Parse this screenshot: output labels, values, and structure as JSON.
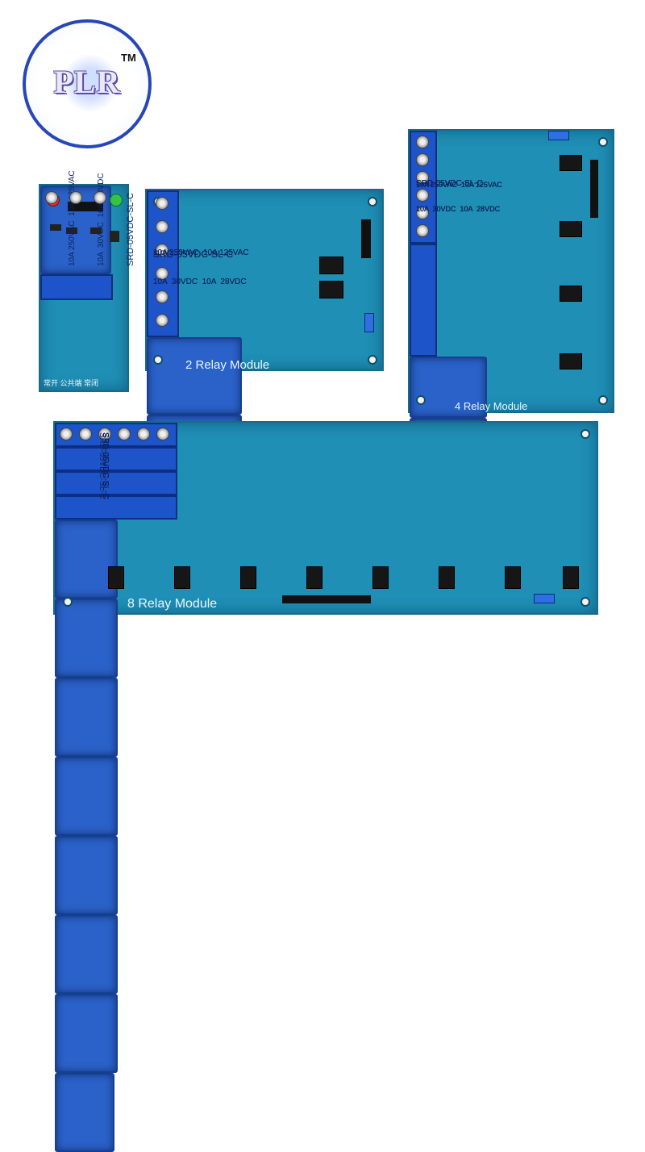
{
  "logo": {
    "text": "PLR",
    "trademark": "TM"
  },
  "relay_spec": {
    "line1": "10A 250VAC  10A 125VAC",
    "line2": "10A  30VDC  10A  28VDC",
    "model": "SRD-05VDC-SL-C"
  },
  "boards": {
    "one": {
      "bottom_label": "常开 公共端 常闭"
    },
    "two": {
      "label": "2 Relay Module"
    },
    "four": {
      "label": "4 Relay Module"
    },
    "eight": {
      "label": "8 Relay Module"
    }
  },
  "colors": {
    "pcb": "#1f8fb5",
    "relay": "#2a62c9",
    "terminal": "#1d54c9",
    "logo_ring": "#2747b8"
  }
}
